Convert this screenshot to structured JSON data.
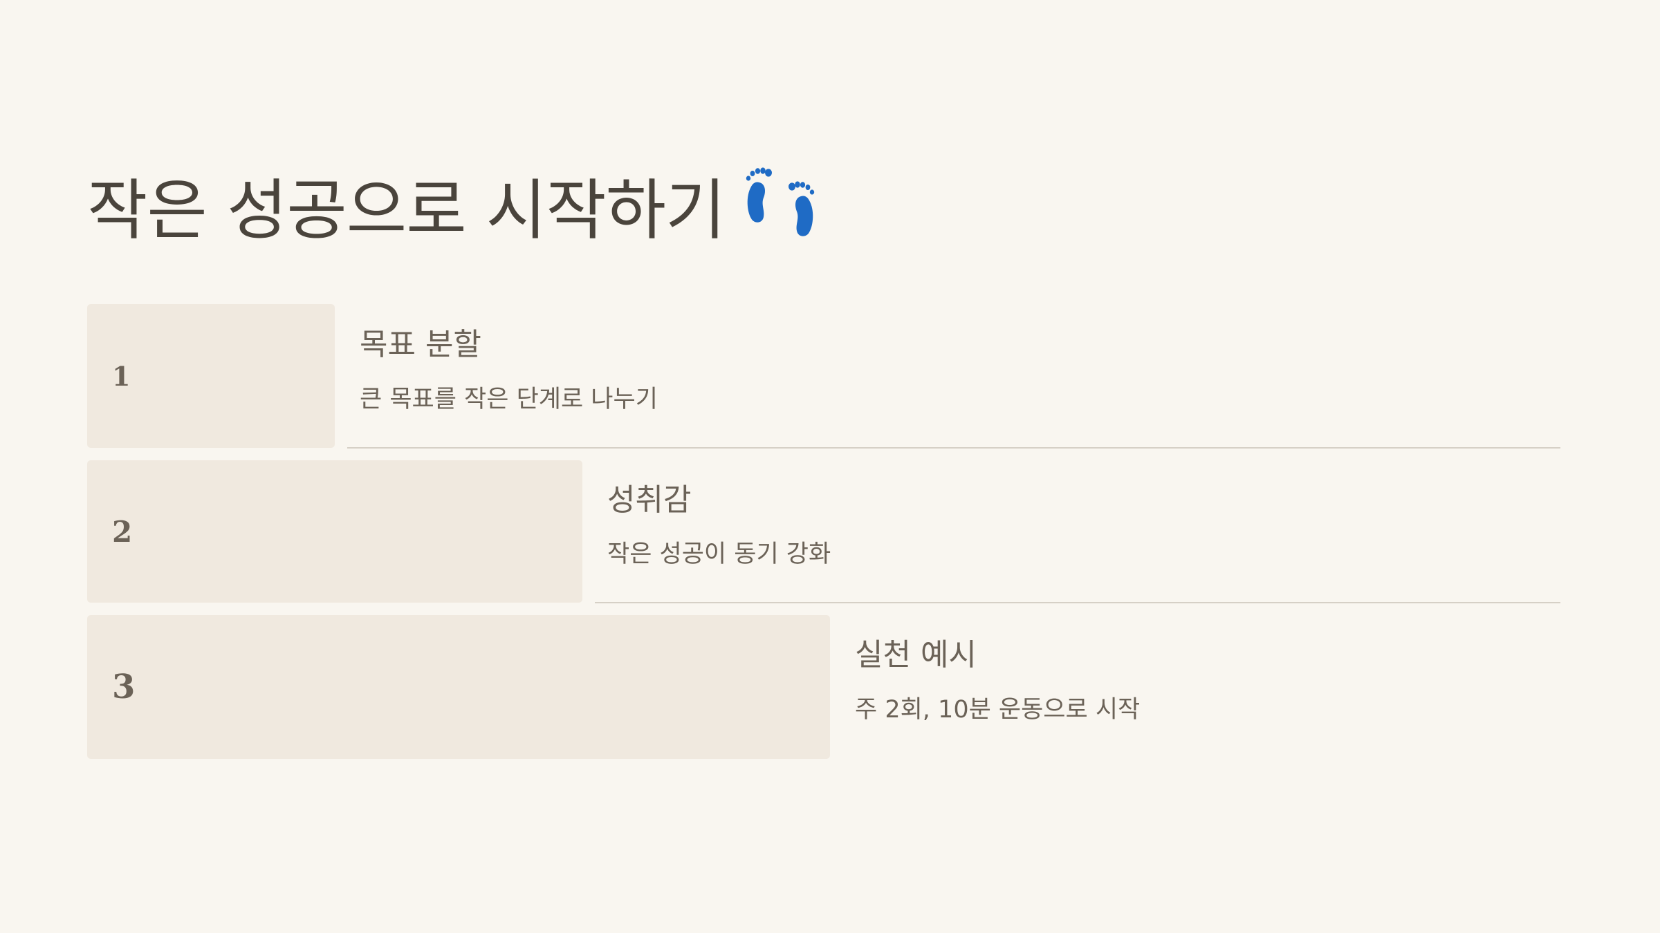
{
  "slide": {
    "title": "작은 성공으로 시작하기",
    "title_icon": "footprints-icon",
    "icon_color": "#1f6bc5",
    "steps": [
      {
        "number": "1",
        "heading": "목표 분할",
        "description": "큰 목표를 작은 단계로 나누기"
      },
      {
        "number": "2",
        "heading": "성취감",
        "description": "작은 성공이 동기 강화"
      },
      {
        "number": "3",
        "heading": "실천 예시",
        "description": "주 2회, 10분 운동으로 시작"
      }
    ]
  },
  "colors": {
    "background": "#f9f6f0",
    "box": "#f0e9df",
    "title_text": "#4a443c",
    "body_text": "#6b6257",
    "divider": "#d6d0c6"
  }
}
